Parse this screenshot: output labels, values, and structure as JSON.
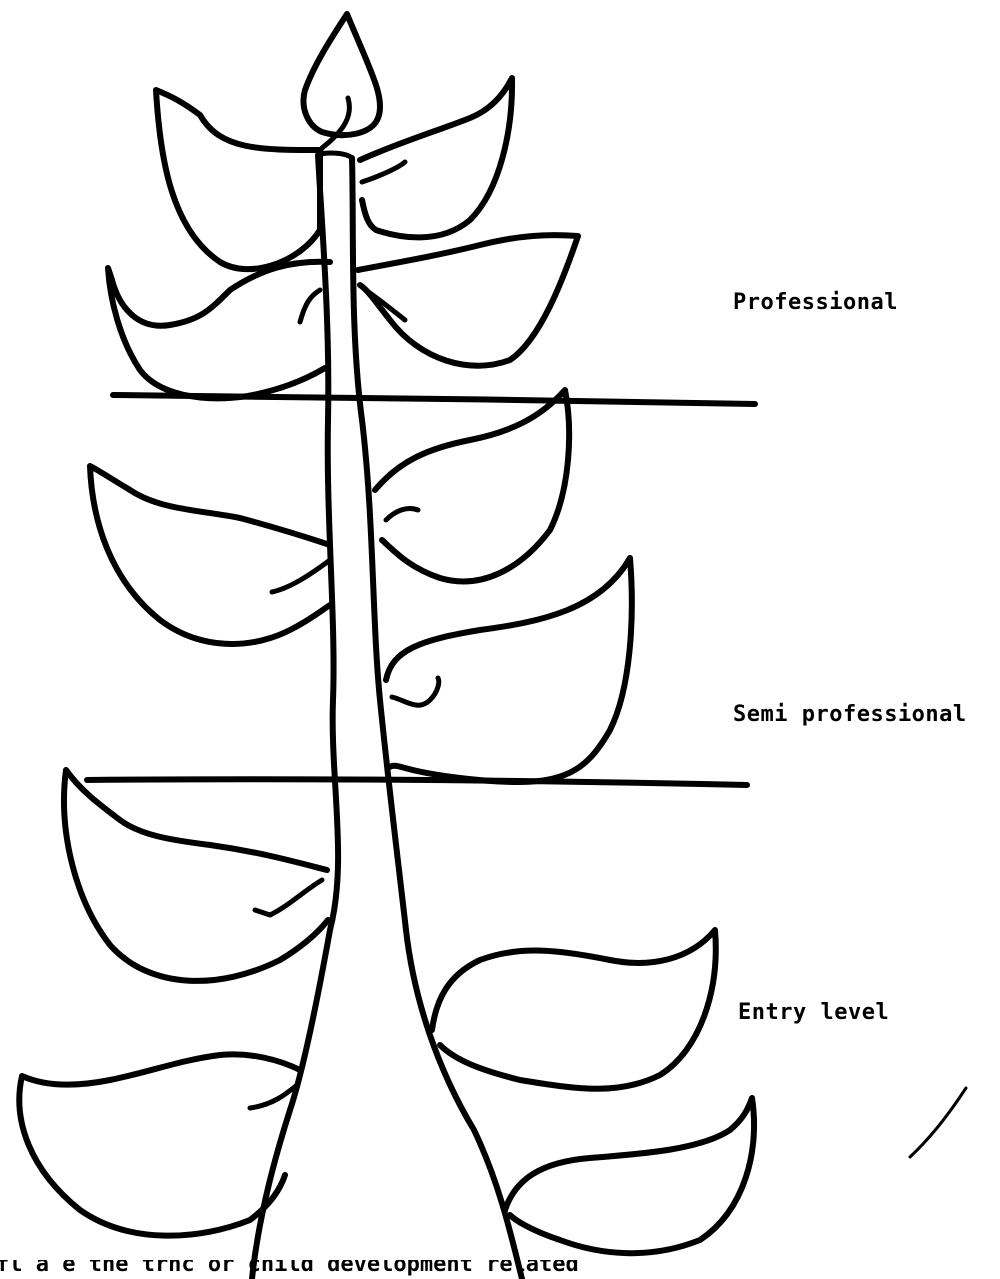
{
  "diagram": {
    "levels": [
      {
        "id": "professional",
        "label": "Professional"
      },
      {
        "id": "semi_professional",
        "label": "Semi professional"
      },
      {
        "id": "entry_level",
        "label": "Entry level"
      }
    ],
    "caption": "fl a e the trnc or child development related"
  },
  "colors": {
    "ink": "#000000",
    "paper": "#ffffff"
  }
}
